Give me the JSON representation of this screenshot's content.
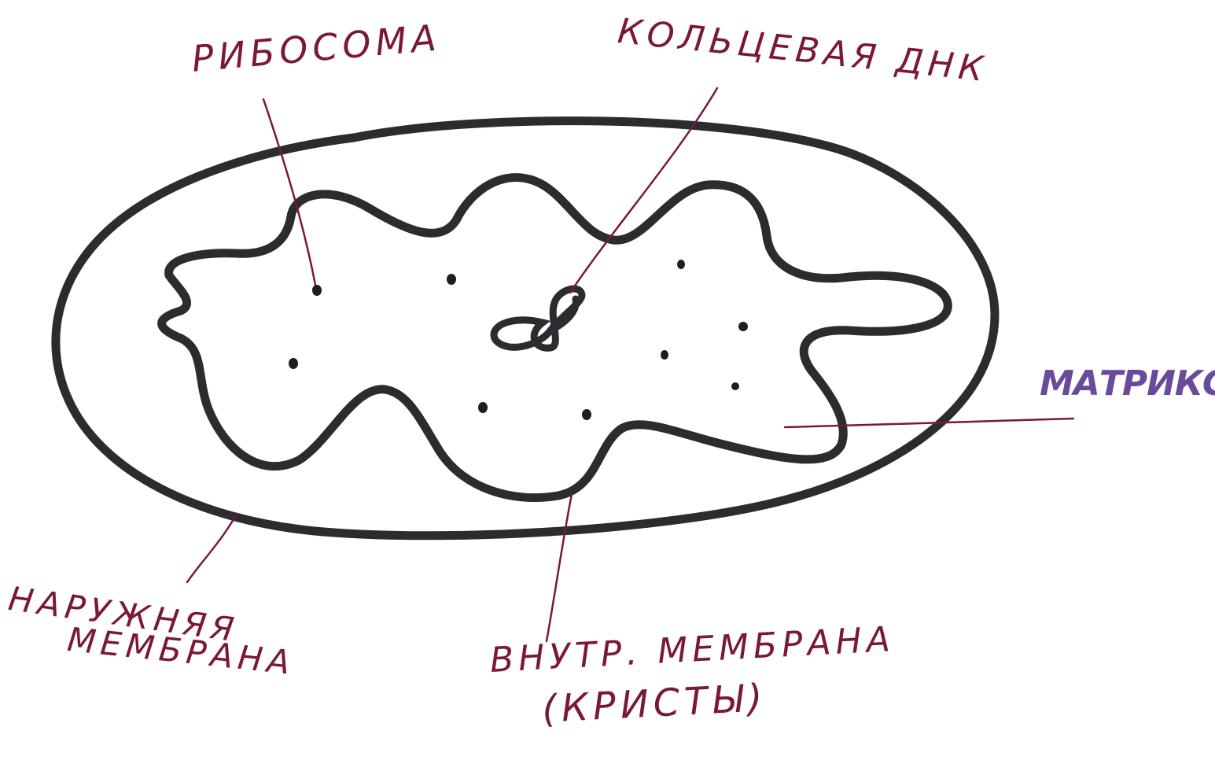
{
  "labels": {
    "ribosome": "РИБОСОМА",
    "circular_dna": "КОЛЬЦЕВАЯ ДНК",
    "outer_membrane_line1": "НАРУЖНЯЯ",
    "outer_membrane_line2": "МЕМБРАНА",
    "inner_membrane_line1": "ВНУТР. МЕМБРАНА",
    "inner_membrane_line2": "(КРИСТЫ)",
    "matrix": "МАТРИКС"
  },
  "colors": {
    "membrane": "#2b2b30",
    "leader_line": "#7a1838",
    "handwritten_label": "#7a1838",
    "matrix_label": "#6a4a9a",
    "ribosome_dot": "#1e1e1e"
  }
}
